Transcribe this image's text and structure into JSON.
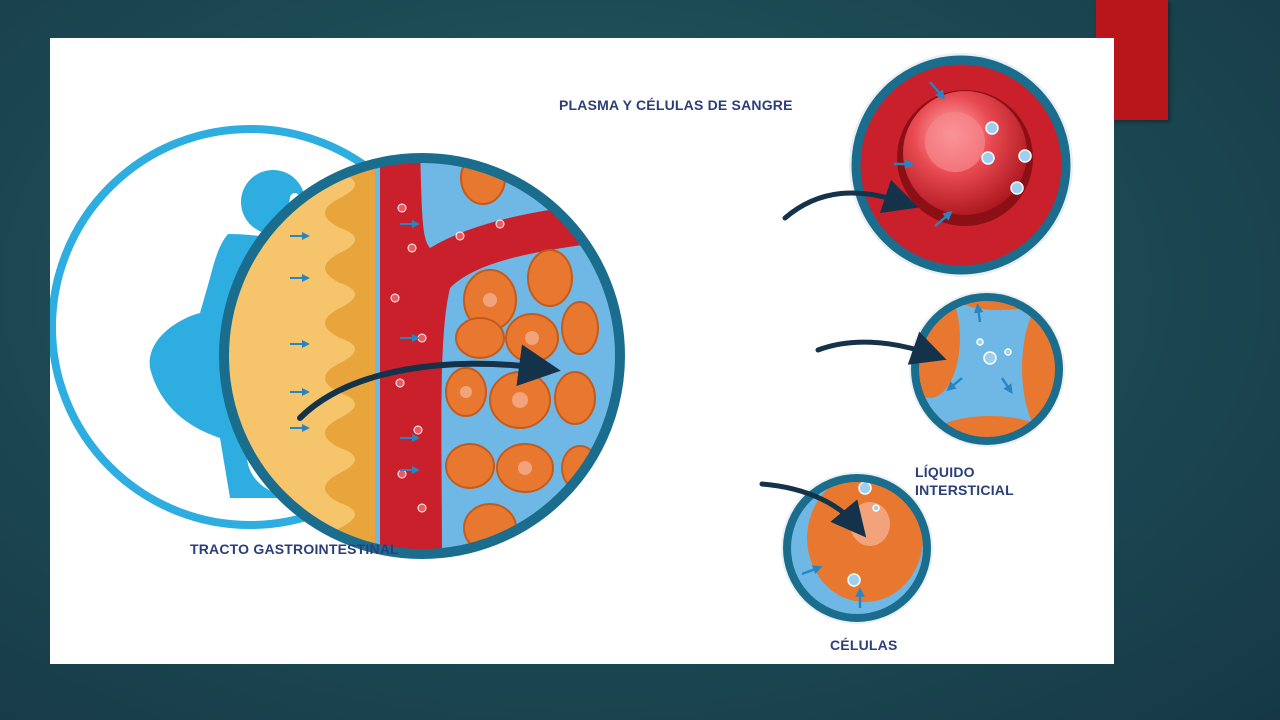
{
  "slide": {
    "accent_color": "#b8161b",
    "background_color": "#1d4c55"
  },
  "diagram": {
    "labels": {
      "gi_tract": "TRACTO GASTROINTESTINAL",
      "plasma": "PLASMA Y CÉLULAS DE SANGRE",
      "interstitial_line1": "LÍQUIDO",
      "interstitial_line2": "INTERSTICIAL",
      "cells": "CÉLULAS"
    },
    "colors": {
      "circle_blue": "#2eaee0",
      "ring_dark": "#1b6d8e",
      "blood_red": "#c9202b",
      "cell_orange": "#e8782f",
      "intestine_yellow": "#f6c46a",
      "fluid_blue": "#6fb8e6",
      "arrow_dark": "#14324a",
      "label_navy": "#2a3e79"
    },
    "icons": [
      "person-drinking-icon",
      "intestine-icon",
      "red-blood-cell-icon"
    ]
  }
}
